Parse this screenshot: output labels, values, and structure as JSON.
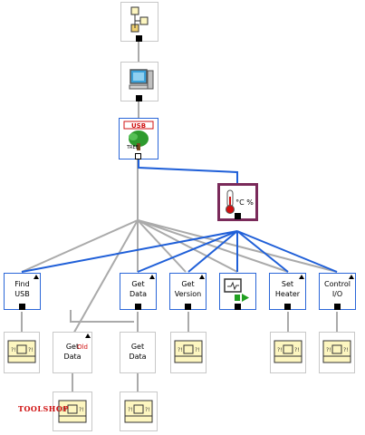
{
  "nodes": {
    "top_project": {
      "icon": "project-icon"
    },
    "computer": {
      "icon": "computer-icon"
    },
    "usb_tree": {
      "icon": "usb-tree-icon",
      "label": "USB"
    },
    "temp_class": {
      "icon": "thermometer-icon",
      "label": "°C %"
    },
    "find_usb": {
      "label_lines": [
        "Find",
        "USB"
      ]
    },
    "get_data_1": {
      "label_lines": [
        "Get",
        "Data"
      ]
    },
    "get_version": {
      "label_lines": [
        "Get",
        "Version"
      ]
    },
    "monitor": {
      "icon": "monitor-play-icon"
    },
    "set_heater": {
      "label_lines": [
        "Set",
        "Heater"
      ]
    },
    "control_io": {
      "label_lines": [
        "Control",
        "I/O"
      ]
    },
    "get_data_old": {
      "label_lines": [
        "Get",
        "Data"
      ],
      "badge": "Old"
    },
    "get_data_2": {
      "label_lines": [
        "Get",
        "Data"
      ]
    }
  },
  "subvi_icon": "subvi-placeholder-icon",
  "watermark": "TOOLSHOP",
  "colors": {
    "wire_gray": "#aaaaaa",
    "wire_blue": "#1f5fd8",
    "selected_border": "#7a2a5a",
    "accent_red": "#d01010"
  }
}
